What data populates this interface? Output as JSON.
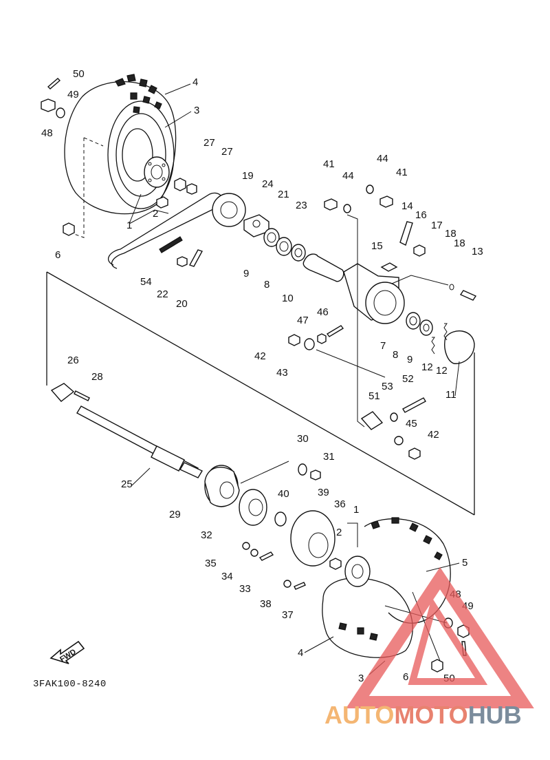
{
  "diagram": {
    "drawing_code": "3FAK100-8240",
    "fwd_label": "FWD",
    "callouts": [
      "50",
      "49",
      "48",
      "4",
      "3",
      "27",
      "27",
      "2",
      "1",
      "6",
      "19",
      "24",
      "21",
      "23",
      "9",
      "8",
      "10",
      "54",
      "22",
      "20",
      "41",
      "44",
      "44",
      "41",
      "14",
      "16",
      "15",
      "17",
      "18",
      "18",
      "13",
      "46",
      "47",
      "42",
      "43",
      "7",
      "8",
      "9",
      "12",
      "12",
      "11",
      "26",
      "28",
      "53",
      "52",
      "51",
      "45",
      "42",
      "25",
      "30",
      "31",
      "29",
      "40",
      "39",
      "36",
      "1",
      "2",
      "5",
      "32",
      "35",
      "34",
      "33",
      "38",
      "37",
      "48",
      "49",
      "4",
      "3",
      "6",
      "50"
    ]
  },
  "watermark": {
    "part1": "AUTO",
    "part2": "MOTO",
    "part3": "HUB",
    "colors": {
      "part1": "#f4b673",
      "part2": "#e8826f",
      "part3": "#7b8c9c",
      "triangle": "#e85a5a"
    }
  }
}
